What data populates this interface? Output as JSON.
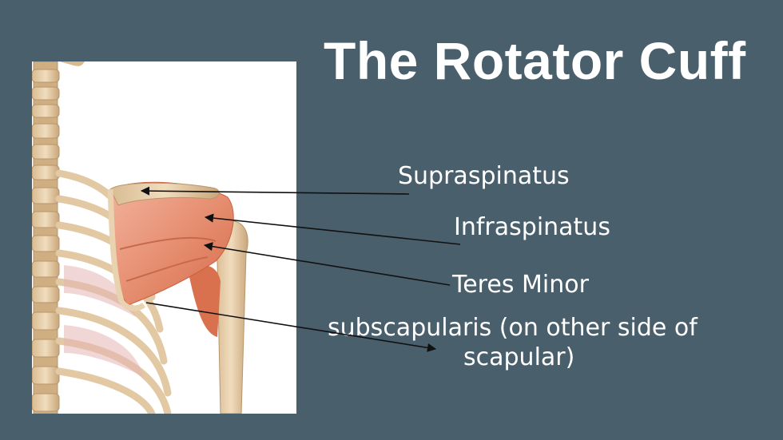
{
  "title": "The Rotator Cuff",
  "labels": {
    "supraspinatus": "Supraspinatus",
    "infraspinatus": "Infraspinatus",
    "teres_minor": "Teres Minor",
    "subscapularis_line1": "subscapularis (on other side of",
    "subscapularis_line2": "scapular)"
  },
  "colors": {
    "background": "#4a5f6c",
    "text": "#ffffff",
    "bone": "#e8d2b0",
    "muscle": "#e9957a"
  }
}
